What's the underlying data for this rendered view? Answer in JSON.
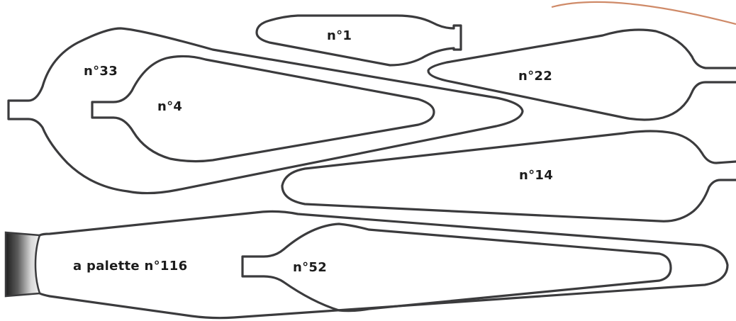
{
  "colors": {
    "outline": "#3b3b3d",
    "arc_accent": "#cf8a68",
    "ferrule_dark": "#2b2b2b",
    "ferrule_light": "#d9d9d9",
    "background": "#ffffff"
  },
  "blades": [
    {
      "id": "n1",
      "label": "n°1"
    },
    {
      "id": "n33",
      "label": "n°33"
    },
    {
      "id": "n4",
      "label": "n°4"
    },
    {
      "id": "n22",
      "label": "n°22"
    },
    {
      "id": "n14",
      "label": "n°14"
    },
    {
      "id": "palette116",
      "label": "a palette n°116"
    },
    {
      "id": "n52",
      "label": "n°52"
    }
  ]
}
